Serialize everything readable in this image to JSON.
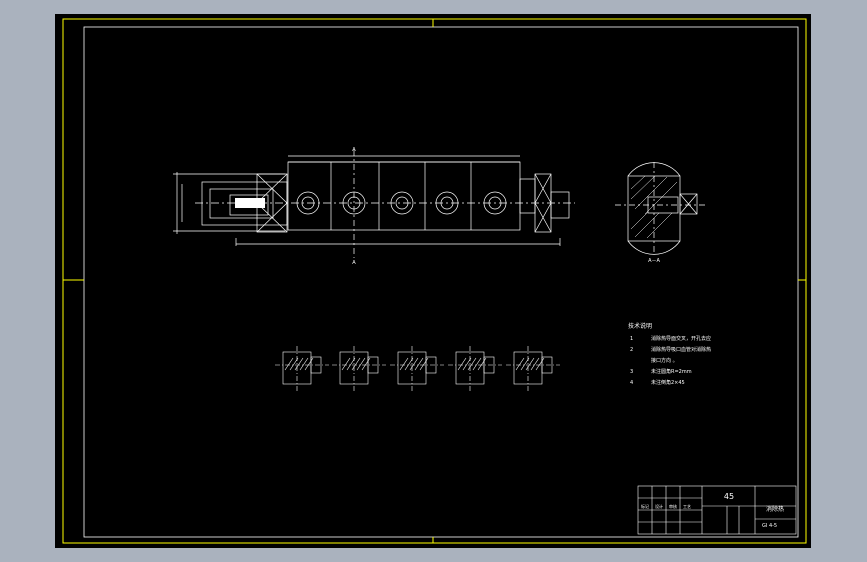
{
  "colors": {
    "background": "#000000",
    "page_surround": "#aab2be",
    "frame": "#ffff00",
    "lines": "#ffffff",
    "hatch": "#ffffff"
  },
  "labels": {
    "section_top": "A",
    "section_bottom": "A",
    "section_view": "A－A"
  },
  "notes": {
    "title": "技术说明",
    "items": [
      {
        "num": "1",
        "text": "消除热导面交叉，开孔去应"
      },
      {
        "num": "2",
        "text": "消除热导吸口血管对消除热"
      },
      {
        "num": "",
        "text": "接口方向     。"
      },
      {
        "num": "3",
        "text": "未注圆角R=2mm"
      },
      {
        "num": "4",
        "text": "未注倒角2×45"
      }
    ]
  },
  "title_block": {
    "material": "45",
    "part_name": "消除热",
    "drawing_no": "GI 4-5",
    "cell_a": "标记",
    "cell_b": "设计",
    "cell_c": "审核",
    "cell_d": "工艺"
  }
}
